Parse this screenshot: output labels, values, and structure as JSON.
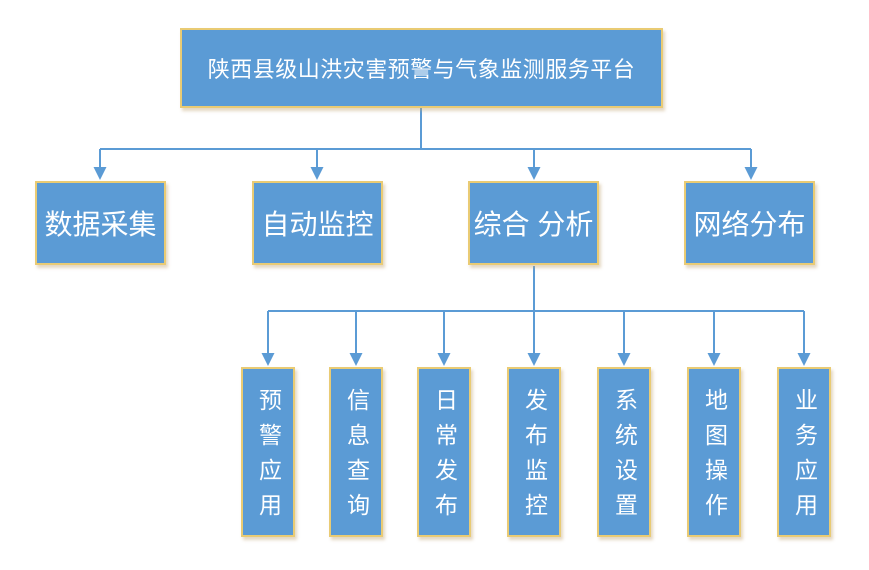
{
  "diagram": {
    "root": {
      "label": "陕西县级山洪灾害预警与气象监测服务平台"
    },
    "level2": [
      {
        "label": "数据采集"
      },
      {
        "label": "自动监控"
      },
      {
        "label": "综合 分析"
      },
      {
        "label": "网络分布"
      }
    ],
    "level3": [
      {
        "label": "预警应用"
      },
      {
        "label": "信息查询"
      },
      {
        "label": "日常发布"
      },
      {
        "label": "发布监控"
      },
      {
        "label": "系统设置"
      },
      {
        "label": "地图操作"
      },
      {
        "label": "业务应用"
      }
    ],
    "theme": {
      "box_fill": "#5B9BD5",
      "box_border": "#E9CB74",
      "connector": "#5B9BD5",
      "text": "#FFFFFF",
      "background": "#FFFFFF"
    }
  }
}
